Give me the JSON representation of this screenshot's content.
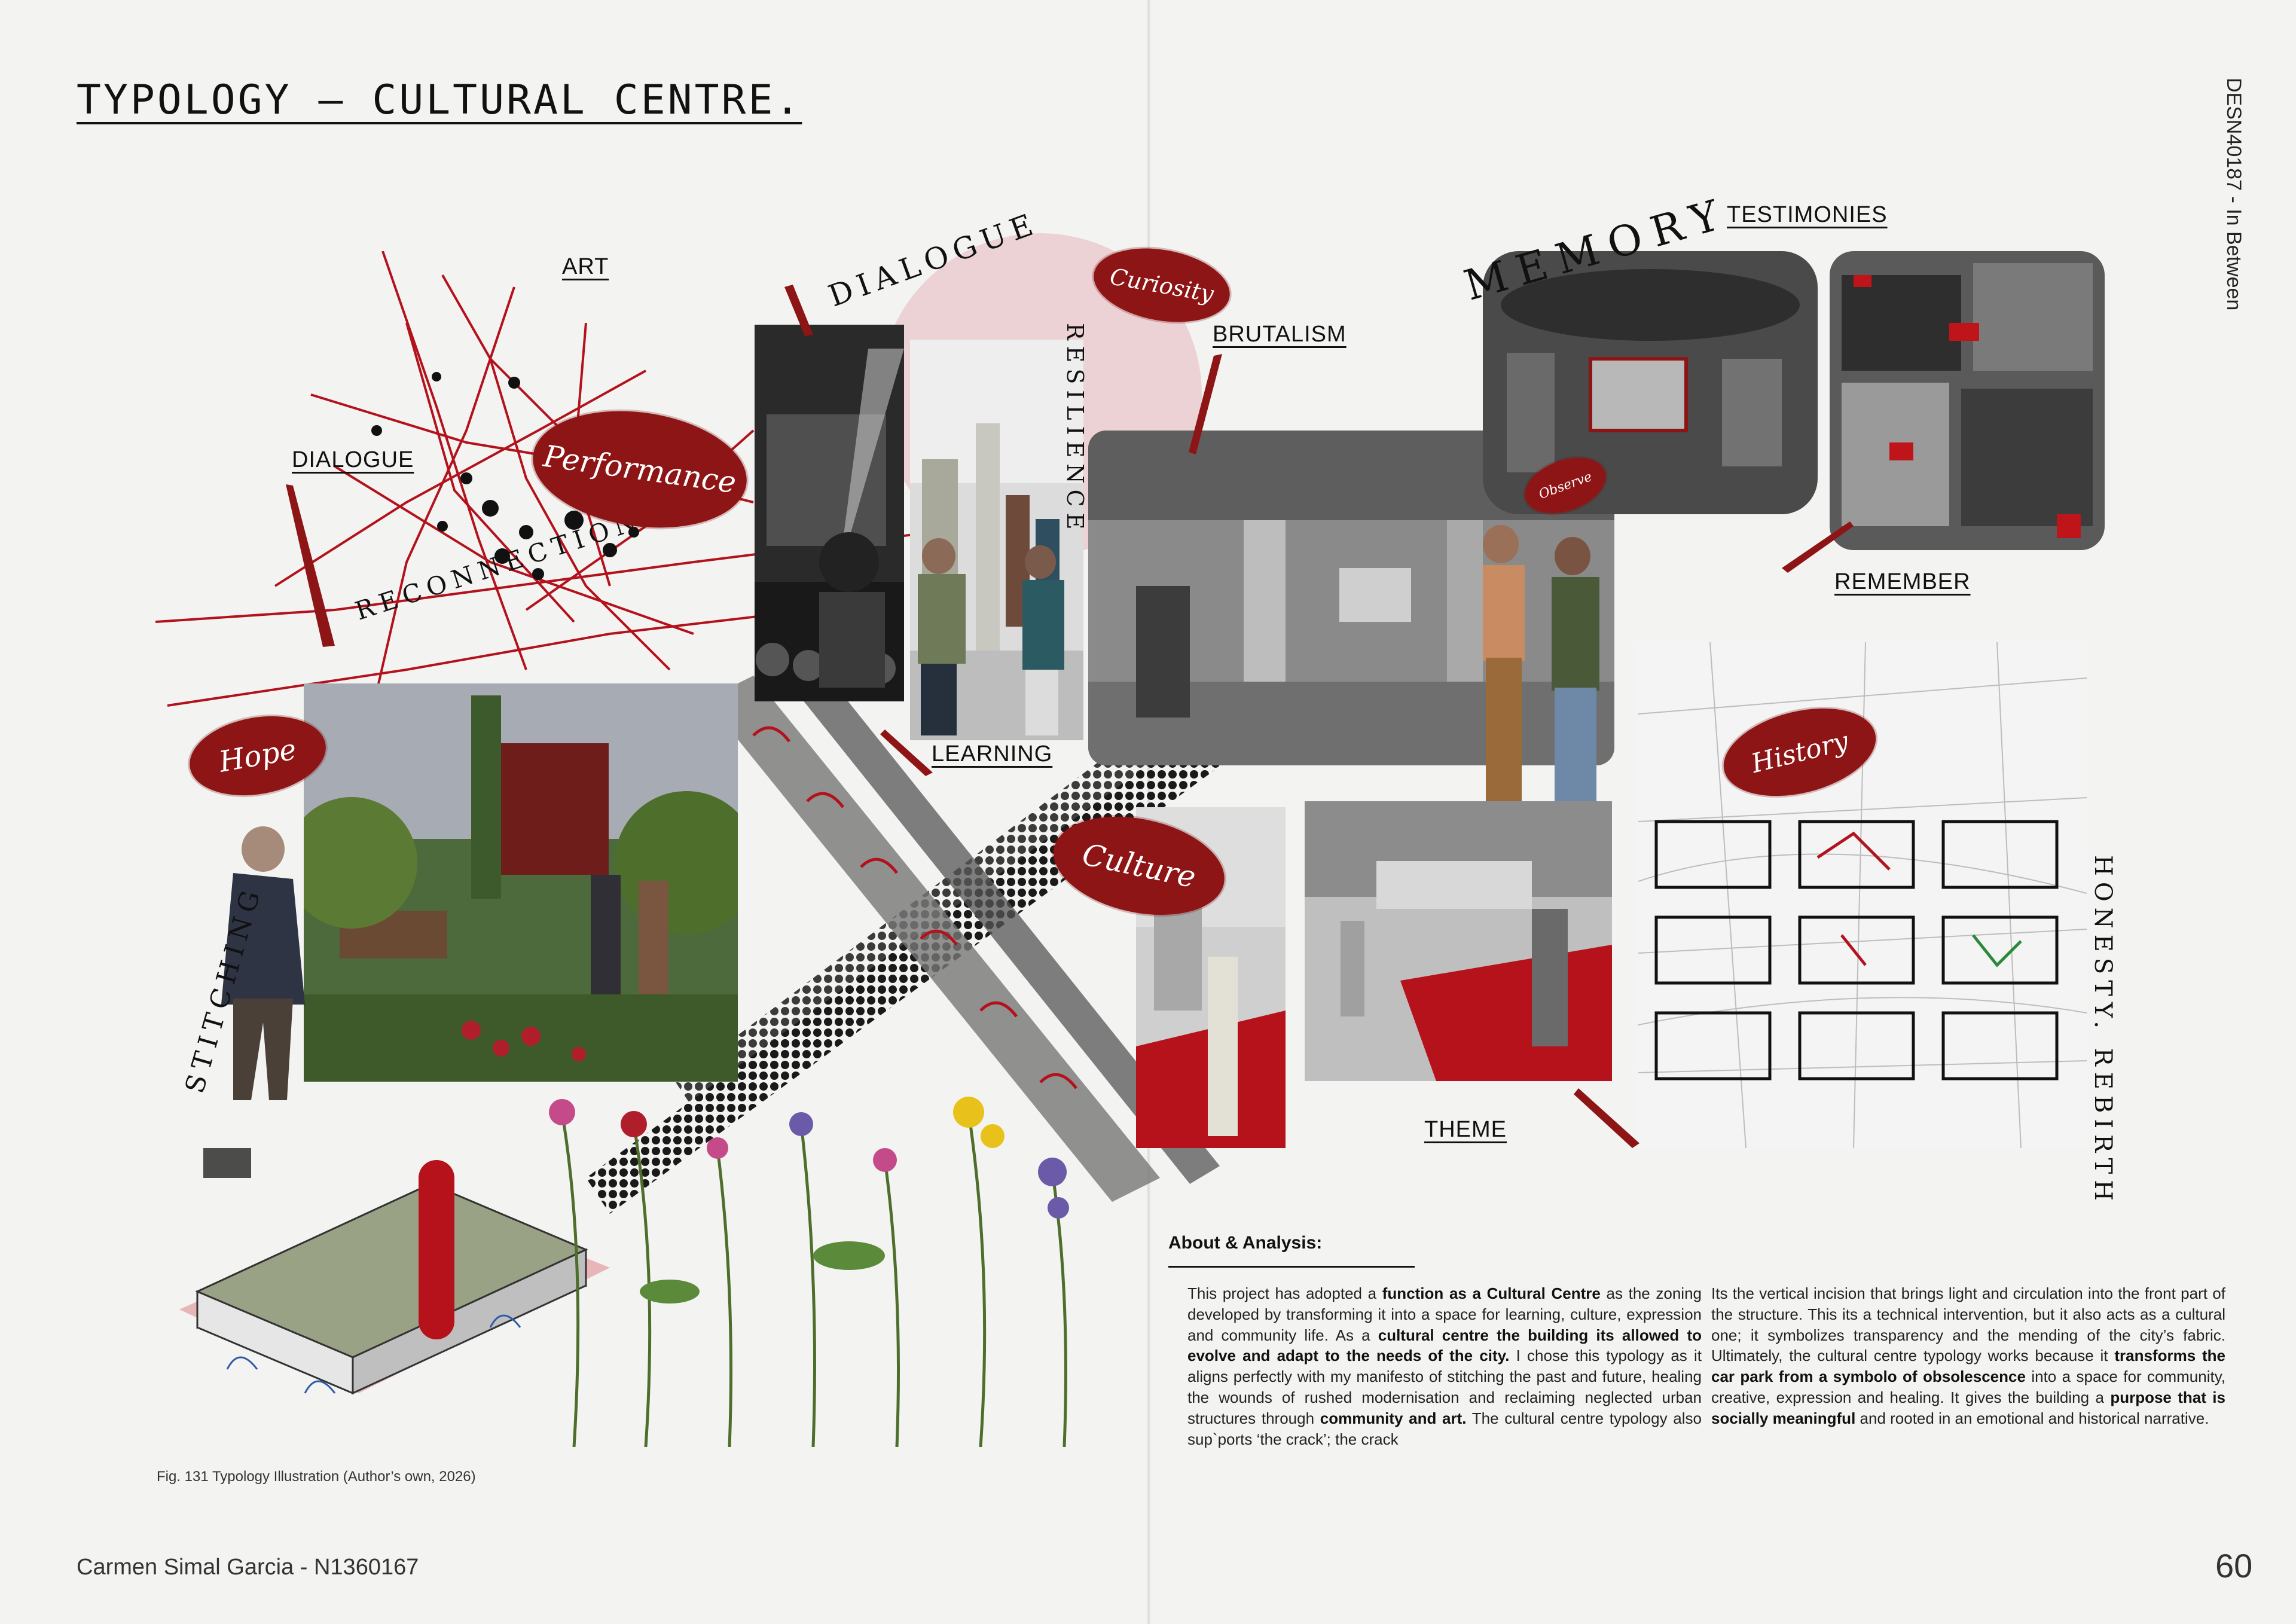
{
  "page": {
    "title": "TYPOLOGY – CULTURAL CENTRE.",
    "module_code": "DESN40187 - In Between",
    "author": "Carmen Simal Garcia - N1360167",
    "page_number": "60"
  },
  "keywords": {
    "art": "ART",
    "dialogue_left": "DIALOGUE",
    "brutalism": "BRUTALISM",
    "testimonies": "TESTIMONIES",
    "remember": "REMEMBER",
    "learning": "LEARNING",
    "theme": "THEME"
  },
  "handwritten": {
    "dialogue_arc": "DIALOGUE",
    "reconnection": "RECONNECTION",
    "resilience": "RESILIENCE",
    "memory": "MEMORY",
    "stitching": "STITCHING",
    "honesty_rebirth": "HONESTY. REBIRTH"
  },
  "bubbles": {
    "performance": "Performance",
    "curiosity": "Curiosity",
    "hope": "Hope",
    "culture": "Culture",
    "history": "History",
    "observe": "Observe"
  },
  "figure": {
    "caption": "Fig. 131 Typology Illustration (Author’s own, 2026)"
  },
  "about": {
    "heading": "About & Analysis:",
    "col1": [
      {
        "t": "This project has adopted a ",
        "b": false
      },
      {
        "t": "function as a Cultural Centre",
        "b": true
      },
      {
        "t": " as the zoning developed by transforming it into a space for learning, culture, expression and community life. As a ",
        "b": false
      },
      {
        "t": "cultural centre the building its allowed to evolve and adapt to the needs of the city.",
        "b": true
      },
      {
        "t": " I chose this typology as it aligns perfectly with my manifesto of stitching the past and future, healing the wounds of rushed modernisation and reclaiming neglected urban structures through ",
        "b": false
      },
      {
        "t": "community and art.",
        "b": true
      },
      {
        "t": " The cultural centre typology also sup`ports ‘the crack’; the crack",
        "b": false
      }
    ],
    "col2": [
      {
        "t": "Its the vertical incision that brings light and circulation  into the front part of the structure. This its a technical intervention, but it also acts as a cultural one; it symbolizes transparency and the mending of the city’s fabric. Ultimately, the cultural centre typology works because it ",
        "b": false
      },
      {
        "t": "transforms the car park from a symbolo of obsolescence",
        "b": true
      },
      {
        "t": " into a space for community, creative, expression and healing. It gives the building a ",
        "b": false
      },
      {
        "t": "purpose that is socially meaningful",
        "b": true
      },
      {
        "t": " and rooted in an emotional and historical narrative.",
        "b": false
      }
    ]
  },
  "colors": {
    "accent_red": "#8e1516",
    "line_red": "#b3121c",
    "paper": "#f3f3f1",
    "ink": "#111111"
  },
  "icons": [
    "speech-bubble-icon",
    "network-lines-graphic",
    "halftone-stripe-graphic"
  ]
}
